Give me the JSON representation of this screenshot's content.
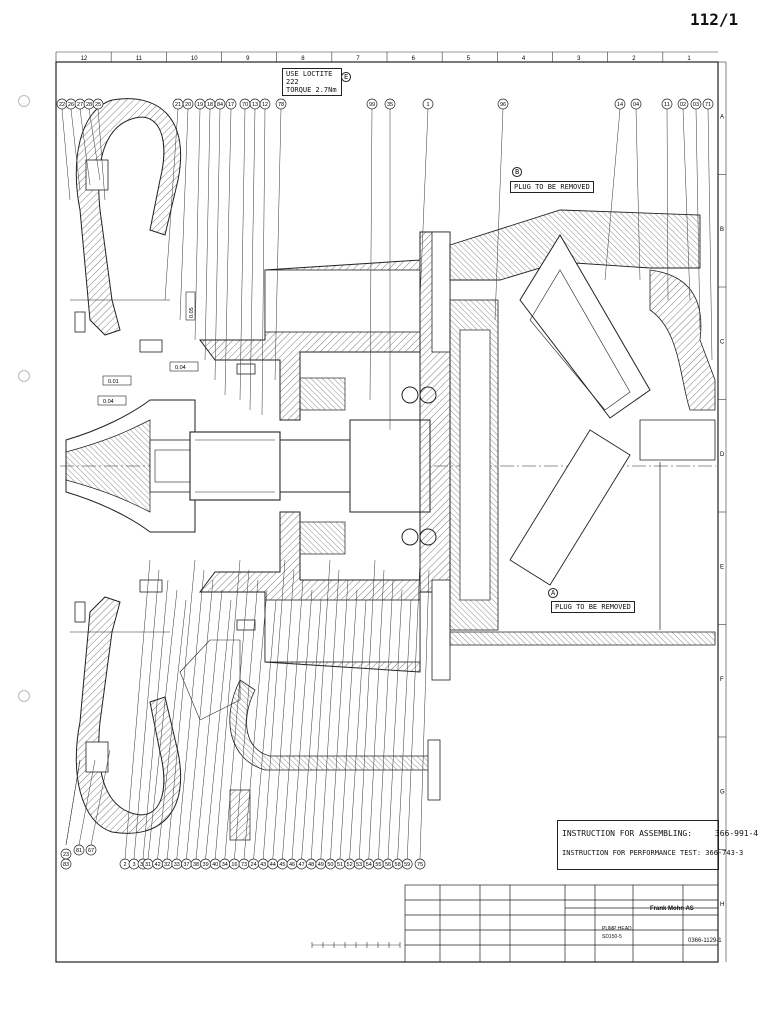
{
  "sheet_number": "112/1",
  "border": {
    "top_zones": [
      "12",
      "11",
      "10",
      "9",
      "8",
      "7",
      "6",
      "5",
      "4",
      "3",
      "2",
      "1"
    ],
    "right_zones": [
      "A",
      "B",
      "C",
      "D",
      "E",
      "F",
      "G",
      "H"
    ]
  },
  "notes": {
    "loctite_line1": "USE LOCTITE 222",
    "loctite_line2": "TORQUE 2.7Nm",
    "loctite_ref": "E",
    "plug_top": "PLUG TO BE REMOVED",
    "plug_top_ref": "B",
    "plug_bottom": "PLUG TO BE REMOVED",
    "plug_bottom_ref": "A",
    "tolerances": [
      "0.01",
      "0.04",
      "0.04",
      "0.05"
    ]
  },
  "instructions": {
    "assembling_label": "INSTRUCTION FOR ASSEMBLING:",
    "assembling_code": "366-991-4",
    "performance_label": "INSTRUCTION FOR PERFORMANCE TEST:",
    "performance_code": "366-743-3"
  },
  "title_block": {
    "company": "Frank Mohn AS",
    "product_line1": "PUMP HEAD",
    "product_line2": "SD150-5",
    "drawing_no": "0366-1129-1"
  },
  "balloons_top": [
    "22",
    "26",
    "27",
    "28",
    "25",
    "21",
    "20",
    "19",
    "18",
    "84",
    "17",
    "70",
    "13",
    "12",
    "78",
    "99",
    "35",
    "1",
    "96",
    "14",
    "04",
    "11",
    "02",
    "03",
    "71"
  ],
  "balloons_bottom": [
    "2",
    "3",
    "30",
    "31",
    "42",
    "32",
    "33",
    "37",
    "38",
    "39",
    "40",
    "34",
    "16",
    "73",
    "24",
    "43",
    "44",
    "45",
    "46",
    "47",
    "48",
    "49",
    "50",
    "51",
    "52",
    "53",
    "54",
    "55",
    "56",
    "58",
    "59",
    "75"
  ],
  "balloons_left_bottom": [
    "23",
    "81",
    "67",
    "83"
  ]
}
